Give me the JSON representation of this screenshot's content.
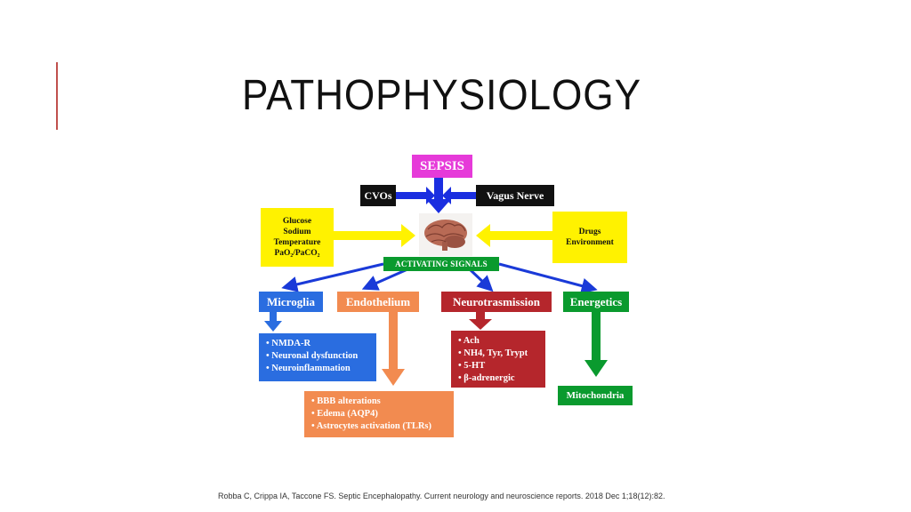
{
  "slide": {
    "title": "PATHOPHYSIOLOGY",
    "citation": "Robba C, Crippa IA, Taccone FS. Septic Encephalopathy. Current neurology and neuroscience reports. 2018 Dec 1;18(12):82."
  },
  "diagram": {
    "sepsis": "SEPSIS",
    "cvos": "CVOs",
    "vagus": "Vagus Nerve",
    "left_factors": [
      "Glucose",
      "Sodium",
      "Temperature",
      "PaO₂/PaCO₂"
    ],
    "right_factors": [
      "Drugs",
      "Environment"
    ],
    "activating": "ACTIVATING SIGNALS",
    "categories": {
      "microglia": "Microglia",
      "endothelium": "Endothelium",
      "neuro": "Neurotrasmission",
      "energetics": "Energetics"
    },
    "microglia_items": [
      "• NMDA-R",
      "• Neuronal dysfunction",
      "• Neuroinflammation"
    ],
    "endothelium_items": [
      "• BBB alterations",
      "• Edema (AQP4)",
      "• Astrocytes activation (TLRs)"
    ],
    "neuro_items": [
      "• Ach",
      "• NH4, Tyr, Trypt",
      "• 5-HT",
      "• β-adrenergic"
    ],
    "mitochondria": "Mitochondria"
  },
  "colors": {
    "sepsis": "#e63ad9",
    "black_box": "#111111",
    "yellow": "#fff200",
    "green": "#0a9a2e",
    "blue": "#2a6de0",
    "orange": "#f28b50",
    "red": "#b5262c",
    "accent": "#c0504d"
  }
}
